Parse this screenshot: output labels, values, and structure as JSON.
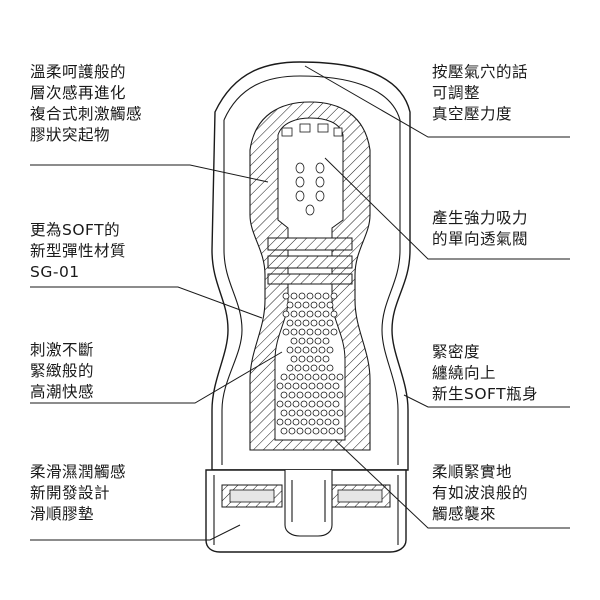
{
  "labels": {
    "top_left": [
      "溫柔呵護般的",
      "層次感再進化",
      "複合式刺激觸感",
      "膠狀突起物"
    ],
    "mid_left": [
      "更為SOFT的",
      "新型彈性材質",
      "SG-01"
    ],
    "lower_left": [
      "刺激不斷",
      "緊緻般的",
      "高潮快感"
    ],
    "bottom_left": [
      "柔滑濕潤觸感",
      "新開發設計",
      "滑順膠墊"
    ],
    "top_right": [
      "按壓氣穴的話",
      "可調整",
      "真空壓力度"
    ],
    "upper_right": [
      "產生強力吸力",
      "的單向透氣閥"
    ],
    "lower_right": [
      "緊密度",
      "纏繞向上",
      "新生SOFT瓶身"
    ],
    "bottom_right": [
      "柔順緊實地",
      "有如波浪般的",
      "觸感襲來"
    ]
  }
}
